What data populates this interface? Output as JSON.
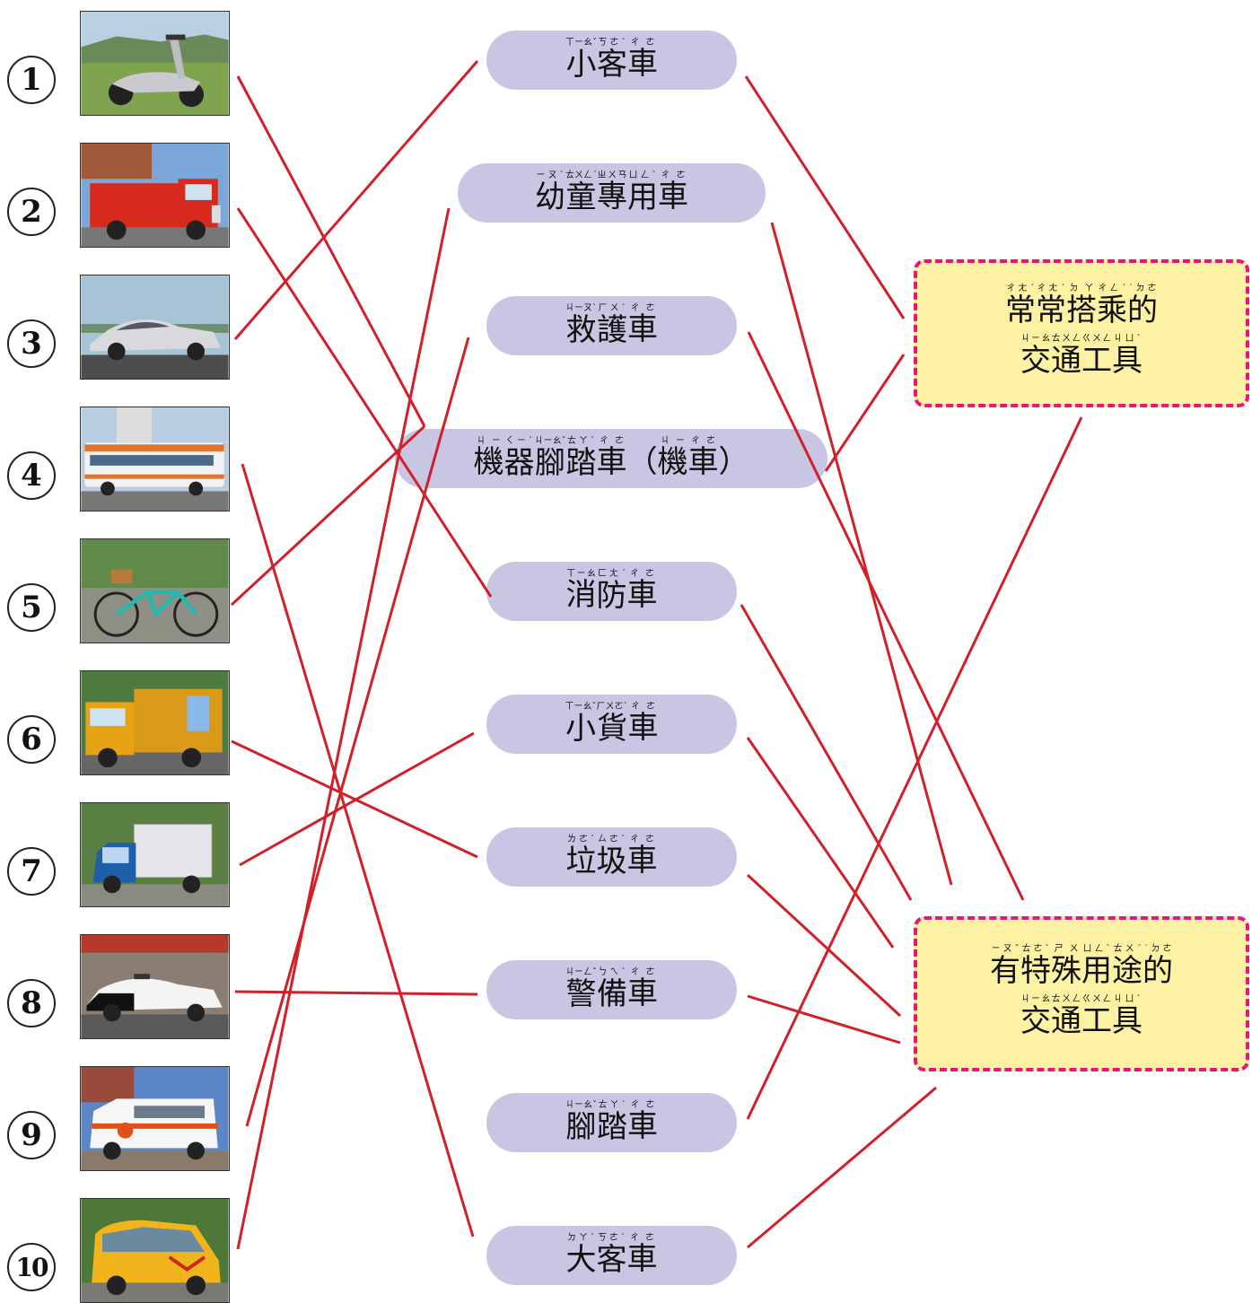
{
  "numbers": [
    "1",
    "2",
    "3",
    "4",
    "5",
    "6",
    "7",
    "8",
    "9",
    "10"
  ],
  "photos": [
    {
      "subject": "scooter-icon"
    },
    {
      "subject": "fire-truck-icon"
    },
    {
      "subject": "sedan-icon"
    },
    {
      "subject": "bus-icon"
    },
    {
      "subject": "bicycle-icon"
    },
    {
      "subject": "garbage-truck-icon"
    },
    {
      "subject": "small-truck-icon"
    },
    {
      "subject": "police-car-icon"
    },
    {
      "subject": "ambulance-icon"
    },
    {
      "subject": "school-van-icon"
    }
  ],
  "vehicles": [
    [
      [
        "小",
        "ㄒㄧㄠˇ"
      ],
      [
        "客",
        "ㄎㄜˋ"
      ],
      [
        "車",
        "ㄔㄜ"
      ]
    ],
    [
      [
        "幼",
        "ㄧㄡˋ"
      ],
      [
        "童",
        "ㄊㄨㄥˊ"
      ],
      [
        "專",
        "ㄓㄨㄢ"
      ],
      [
        "用",
        "ㄩㄥˋ"
      ],
      [
        "車",
        "ㄔㄜ"
      ]
    ],
    [
      [
        "救",
        "ㄐㄧㄡˋ"
      ],
      [
        "護",
        "ㄏㄨˋ"
      ],
      [
        "車",
        "ㄔㄜ"
      ]
    ],
    [
      [
        "機",
        "ㄐㄧ"
      ],
      [
        "器",
        "ㄑㄧˋ"
      ],
      [
        "腳",
        "ㄐㄧㄠˇ"
      ],
      [
        "踏",
        "ㄊㄚˋ"
      ],
      [
        "車",
        "ㄔㄜ"
      ],
      [
        "（",
        ""
      ],
      [
        "機",
        "ㄐㄧ"
      ],
      [
        "車",
        "ㄔㄜ"
      ],
      [
        "）",
        ""
      ]
    ],
    [
      [
        "消",
        "ㄒㄧㄠ"
      ],
      [
        "防",
        "ㄈㄤˊ"
      ],
      [
        "車",
        "ㄔㄜ"
      ]
    ],
    [
      [
        "小",
        "ㄒㄧㄠˇ"
      ],
      [
        "貨",
        "ㄏㄨㄛˋ"
      ],
      [
        "車",
        "ㄔㄜ"
      ]
    ],
    [
      [
        "垃",
        "ㄌㄜˋ"
      ],
      [
        "圾",
        "ㄙㄜˋ"
      ],
      [
        "車",
        "ㄔㄜ"
      ]
    ],
    [
      [
        "警",
        "ㄐㄧㄥˇ"
      ],
      [
        "備",
        "ㄅㄟˋ"
      ],
      [
        "車",
        "ㄔㄜ"
      ]
    ],
    [
      [
        "腳",
        "ㄐㄧㄠˇ"
      ],
      [
        "踏",
        "ㄊㄚˋ"
      ],
      [
        "車",
        "ㄔㄜ"
      ]
    ],
    [
      [
        "大",
        "ㄉㄚˋ"
      ],
      [
        "客",
        "ㄎㄜˋ"
      ],
      [
        "車",
        "ㄔㄜ"
      ]
    ]
  ],
  "categories": [
    [
      [
        [
          "常",
          "ㄔㄤˊ"
        ],
        [
          "常",
          "ㄔㄤˊ"
        ],
        [
          "搭",
          "ㄉㄚ"
        ],
        [
          "乘",
          "ㄔㄥˊ"
        ],
        [
          "的",
          "˙ㄉㄜ"
        ]
      ],
      [
        [
          "交",
          "ㄐㄧㄠ"
        ],
        [
          "通",
          "ㄊㄨㄥ"
        ],
        [
          "工",
          "ㄍㄨㄥ"
        ],
        [
          "具",
          "ㄐㄩˋ"
        ]
      ]
    ],
    [
      [
        [
          "有",
          "ㄧㄡˇ"
        ],
        [
          "特",
          "ㄊㄜˋ"
        ],
        [
          "殊",
          "ㄕㄨ"
        ],
        [
          "用",
          "ㄩㄥˋ"
        ],
        [
          "途",
          "ㄊㄨˊ"
        ],
        [
          "的",
          "˙ㄉㄜ"
        ]
      ],
      [
        [
          "交",
          "ㄐㄧㄠ"
        ],
        [
          "通",
          "ㄊㄨㄥ"
        ],
        [
          "工",
          "ㄍㄨㄥ"
        ],
        [
          "具",
          "ㄐㄩˋ"
        ]
      ]
    ]
  ],
  "matches_photo_to_vehicle": [
    [
      1,
      4
    ],
    [
      2,
      5
    ],
    [
      3,
      1
    ],
    [
      4,
      10
    ],
    [
      5,
      4
    ],
    [
      6,
      7
    ],
    [
      7,
      6
    ],
    [
      8,
      8
    ],
    [
      9,
      3
    ],
    [
      10,
      2
    ]
  ],
  "matches_vehicle_to_category": [
    [
      1,
      1
    ],
    [
      2,
      2
    ],
    [
      3,
      2
    ],
    [
      4,
      1
    ],
    [
      5,
      2
    ],
    [
      6,
      2
    ],
    [
      7,
      2
    ],
    [
      8,
      2
    ],
    [
      9,
      1
    ],
    [
      10,
      2
    ]
  ],
  "colors": {
    "line": "#d0202a",
    "pill": "#c8c6e2",
    "box_fill": "#fdf1a4",
    "box_border": "#e6177c"
  }
}
